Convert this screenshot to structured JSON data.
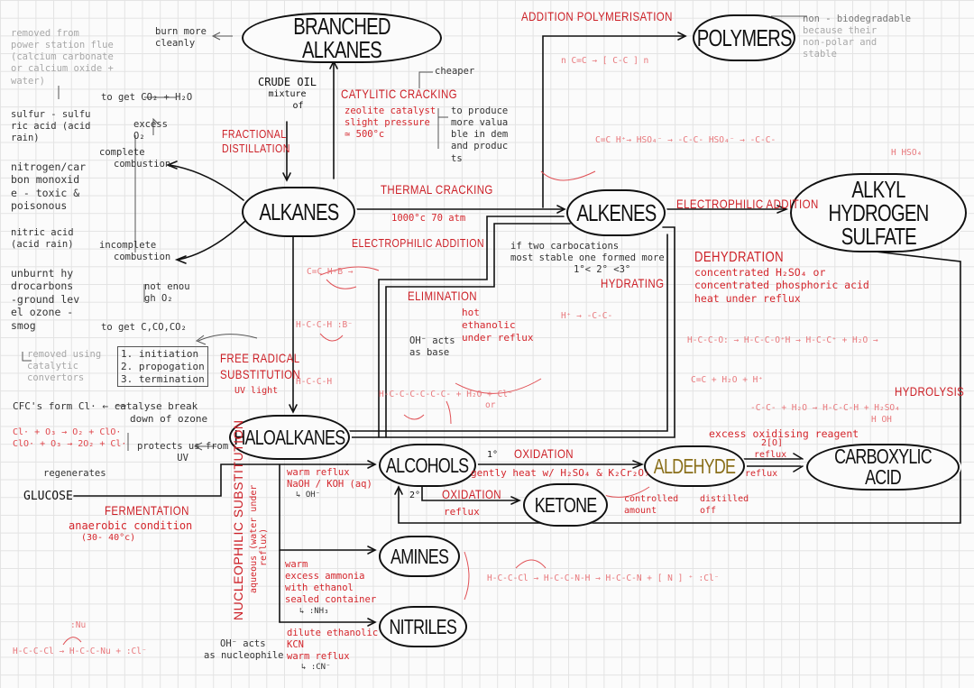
{
  "nodes": {
    "branched_alkanes": "BRANCHED ALKANES",
    "alkanes": "ALKANES",
    "alkenes": "ALKENES",
    "polymers": "POLYMERS",
    "alkyl_hydrogen_sulfate_1": "ALKYL HYDROGEN",
    "alkyl_hydrogen_sulfate_2": "SULFATE",
    "haloalkanes": "HALOALKANES",
    "alcohols": "ALCOHOLS",
    "aldehyde": "ALDEHYDE",
    "carboxylic_acid": "CARBOXYLIC ACID",
    "ketone": "KETONE",
    "amines": "AMINES",
    "nitriles": "NITRILES",
    "glucose": "GLUCOSE"
  },
  "left_notes": [
    "removed from",
    "power station flue",
    "(calcium carbonate",
    "or calcium oxide +",
    "water)",
    "sulfur - sulfu",
    "ric acid (acid",
    "rain)",
    "nitrogen/car",
    "bon monoxid",
    "e - toxic &",
    "poisonous",
    "nitric acid",
    "(acid rain)",
    "unburnt hy",
    "drocarbons",
    "-ground lev",
    "el ozone -",
    "smog",
    "removed using",
    "catalytic",
    "convertors"
  ],
  "combustion": {
    "burn_more": "burn more",
    "cleanly": "cleanly",
    "to_co2": "to get CO₂ + H₂O",
    "excess": "excess",
    "o2": "O₂",
    "complete": "complete",
    "complete_combustion": "combustion",
    "incomplete": "incomplete",
    "incomplete_combustion": "combustion",
    "not_enough_1": "not enou",
    "not_enough_2": "gh O₂",
    "to_c_co": "to get C,CO,CO₂"
  },
  "crude_oil": {
    "line1": "CRUDE OIL",
    "line2": "mixture",
    "line3": "of"
  },
  "fractional_distillation": {
    "line1": "FRACTIONAL",
    "line2": "DISTILLATION"
  },
  "catalytic_cracking": {
    "cheaper": "cheaper",
    "title": "CATYLITIC CRACKING",
    "c1": "zeolite catalyst",
    "c2": "slight pressure",
    "c3": "≃ 500°c",
    "p1": "to produce",
    "p2": "more valua",
    "p3": "ble in dem",
    "p4": "and produc",
    "p5": "ts"
  },
  "thermal_cracking": {
    "title": "THERMAL CRACKING",
    "cond": "1000°c  70 atm"
  },
  "electrophilic_addition_1": "ELECTROPHILIC ADDITION",
  "carbocation_note": {
    "line1": "if two carbocations",
    "line2": "most stable one formed more",
    "line3": "1°< 2° <3°"
  },
  "hydrating": "HYDRATING",
  "elimination": {
    "title": "ELIMINATION",
    "c1": "hot",
    "c2": "ethanolic",
    "c3": "under reflux"
  },
  "oh_base": {
    "line1": "OH⁻ acts",
    "line2": "as base"
  },
  "free_radical": {
    "title1": "FREE RADICAL",
    "title2": "SUBSTITUTION",
    "cond": "UV light",
    "s1": "1. initiation",
    "s2": "2. propogation",
    "s3": "3. termination"
  },
  "cfc": {
    "line1": "CFC's form Cl· ← catalyse break",
    "line2": "down of ozone",
    "eq1": "Cl· + O₃ → O₂ + ClO·",
    "eq2": "ClO· + O₃ → 2O₂ + Cl·",
    "regenerates": "regenerates",
    "protects1": "protects us from",
    "protects2": "UV"
  },
  "fermentation": {
    "title": "FERMENTATION",
    "c1": "anaerobic condition",
    "c2": "(30- 40°c)"
  },
  "haloalkane_to_alcohol": {
    "c1": "warm reflux",
    "c2": "NaOH / KOH (aq)",
    "c3": "↳ OH⁻"
  },
  "nucleophilic": {
    "title": "NUCLEOPHILIC SUBSTITUTION",
    "sub1": "aqueous (water under",
    "sub2": "reflux)"
  },
  "amines_cond": {
    "c1": "warm",
    "c2": "excess ammonia",
    "c3": "with ethanol",
    "c4": "sealed container",
    "c5": "↳ :NH₃"
  },
  "nitriles_cond": {
    "c1": "dilute ethanolic",
    "c2": "KCN",
    "c3": "warm reflux",
    "c4": "↳ :CN⁻"
  },
  "oh_nucleophile": {
    "line1": "OH⁻ acts",
    "line2": "as nucleophile"
  },
  "oxidation_1": {
    "deg": "1°",
    "title": "OXIDATION",
    "cond": "gently heat w/ H₂SO₄ & K₂Cr₂O₇"
  },
  "oxidation_2": {
    "deg": "2°",
    "title": "OXIDATION",
    "cond": "reflux"
  },
  "aldehyde_cond": {
    "c1": "controlled",
    "c2": "amount",
    "c3": "distilled",
    "c4": "off"
  },
  "to_acid": {
    "c1": "2[O]",
    "c2": "reflux",
    "c3": "reflux"
  },
  "addition_polymerisation": "ADDITION POLYMERISATION",
  "polymers_notes": {
    "n1": "non - biodegradable",
    "n2": "because their",
    "n3": "non-polar and",
    "n4": "stable"
  },
  "electrophilic_addition_2": "ELECTROPHILIC ADDITION",
  "dehydration": {
    "title": "DEHYDRATION",
    "c1": "concentrated H₂SO₄ or",
    "c2": "concentrated phosphoric acid",
    "c3": "heat under reflux"
  },
  "hydrolysis": "HYDROLYSIS",
  "excess_oxidising": "excess oxidising reagent",
  "mechanisms": {
    "poly": "n  C=C  →  [ C-C ] n",
    "hso4_1": "C=C   H⁺→ HSO₄⁻  →  -C-C-  HSO₄⁻  →  -C-C-",
    "hso4_2": "H   HSO₄",
    "hbr": "C=C      H-B  →",
    "elim": "H-C-C-H    :B⁻",
    "hyd": "H⁺  →  -C-C-",
    "dehyd1": "H-C-C-O:  →  H-C-C-O⁺H  →  H-C-C⁺ + H₂O →",
    "dehyd2": "C=C  + H₂O + H⁺",
    "hydro": "-C-C-  + H₂O  →  H-C-C-H + H₂SO₄",
    "hydro2": "H  OH",
    "free_rad": "H-C-C-H",
    "free_rad2": "H-C-C-C-C-C-C-    + H₂O + Cl⁻",
    "free_rad3": "or",
    "amine_mech": "H-C-C-Cl  →  H-C-C-N-H  →  H-C-C-N  +  [ N ] ⁺ :Cl⁻",
    "sn_mech": "H-C-C-Cl  →  H-C-C-Nu + :Cl⁻",
    "sn_nu": ":Nu"
  }
}
